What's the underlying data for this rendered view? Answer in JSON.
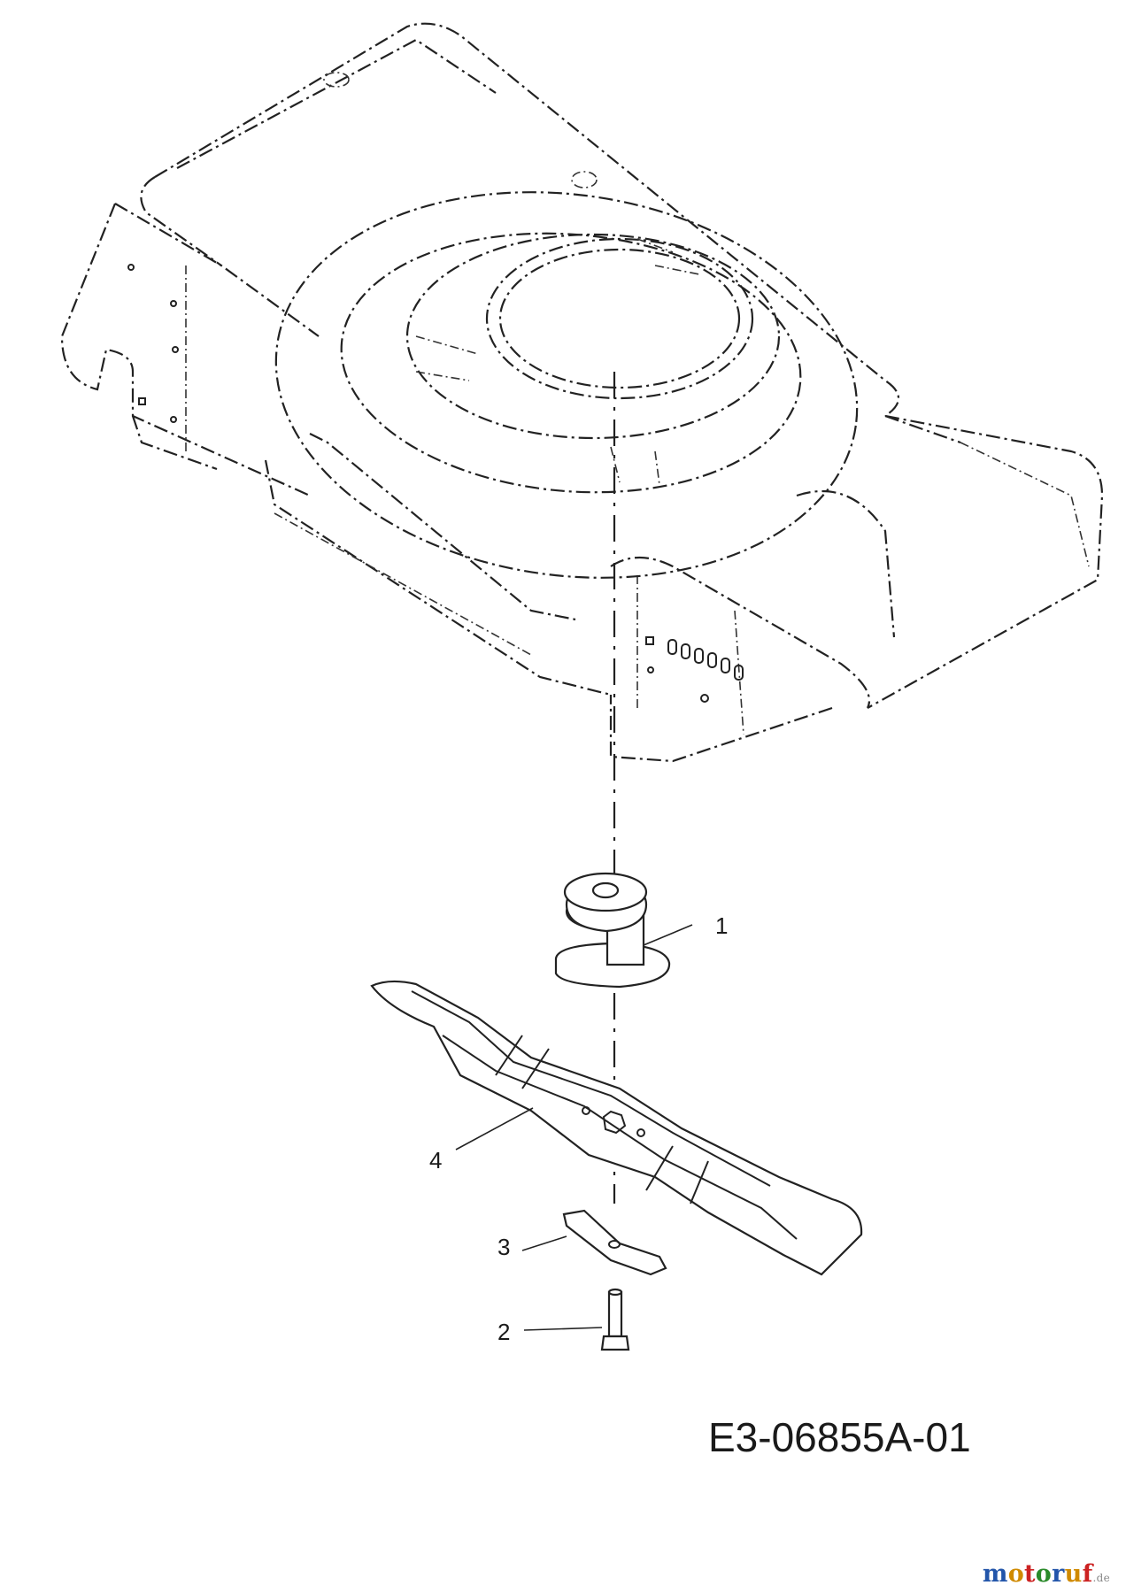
{
  "diagram": {
    "drawing_number": "E3-06855A-01",
    "watermark": {
      "letters": [
        "m",
        "o",
        "t",
        "o",
        "r",
        "u",
        "f"
      ],
      "letter_colors": [
        "#2255aa",
        "#d08a00",
        "#cc2222",
        "#2a8a2a",
        "#2255aa",
        "#d08a00",
        "#cc2222"
      ],
      "suffix": ".de"
    },
    "callouts": [
      {
        "id": "1",
        "label": "1",
        "part": "blade-adapter"
      },
      {
        "id": "2",
        "label": "2",
        "part": "blade-bolt"
      },
      {
        "id": "3",
        "label": "3",
        "part": "blade-washer"
      },
      {
        "id": "4",
        "label": "4",
        "part": "mower-blade"
      }
    ]
  }
}
